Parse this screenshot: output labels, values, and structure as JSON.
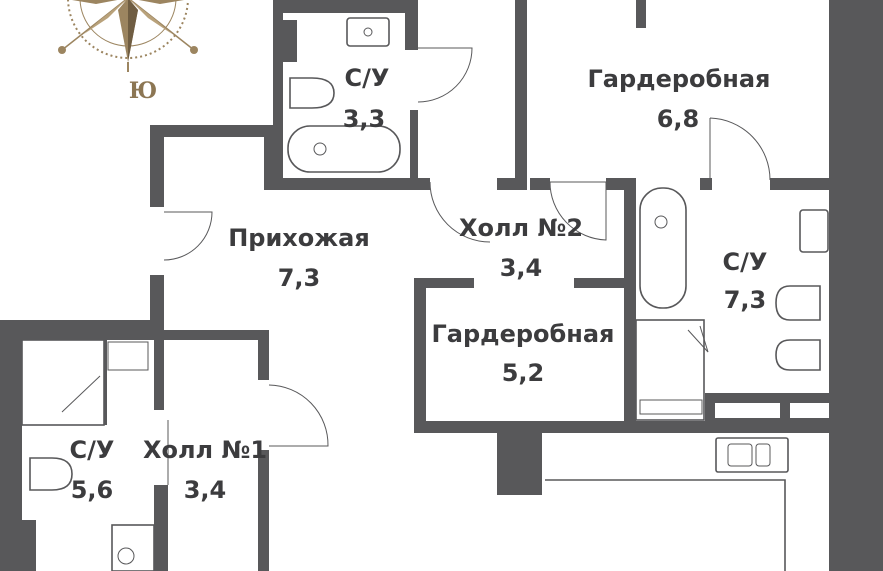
{
  "compass": {
    "south_label": "Ю",
    "accent_color": "#9c8560"
  },
  "rooms": [
    {
      "id": "bathroom-top",
      "name": "С/У",
      "area": "3,3"
    },
    {
      "id": "wardrobe-top",
      "name": "Гардеробная",
      "area": "6,8"
    },
    {
      "id": "entry-hall",
      "name": "Прихожая",
      "area": "7,3"
    },
    {
      "id": "hall-2",
      "name": "Холл №2",
      "area": "3,4"
    },
    {
      "id": "bathroom-right",
      "name": "С/У",
      "area": "7,3"
    },
    {
      "id": "wardrobe-mid",
      "name": "Гардеробная",
      "area": "5,2"
    },
    {
      "id": "bathroom-left",
      "name": "С/У",
      "area": "5,6"
    },
    {
      "id": "hall-1",
      "name": "Холл №1",
      "area": "3,4"
    }
  ],
  "colors": {
    "wall": "#58585a",
    "text": "#3c3c3e"
  }
}
